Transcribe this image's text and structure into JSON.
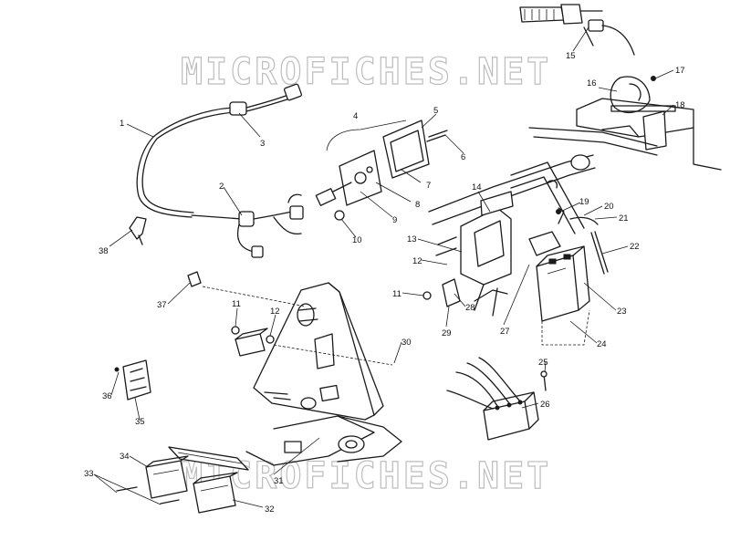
{
  "watermark": {
    "text": "MICROFICHES.NET"
  },
  "callouts": [
    {
      "id": "c1",
      "label": "1"
    },
    {
      "id": "c2",
      "label": "2"
    },
    {
      "id": "c3",
      "label": "3"
    },
    {
      "id": "c4",
      "label": "4"
    },
    {
      "id": "c5",
      "label": "5"
    },
    {
      "id": "c6",
      "label": "6"
    },
    {
      "id": "c7",
      "label": "7"
    },
    {
      "id": "c8",
      "label": "8"
    },
    {
      "id": "c9",
      "label": "9"
    },
    {
      "id": "c10",
      "label": "10"
    },
    {
      "id": "c11a",
      "label": "11"
    },
    {
      "id": "c11b",
      "label": "11"
    },
    {
      "id": "c12a",
      "label": "12"
    },
    {
      "id": "c12b",
      "label": "12"
    },
    {
      "id": "c13",
      "label": "13"
    },
    {
      "id": "c14",
      "label": "14"
    },
    {
      "id": "c15",
      "label": "15"
    },
    {
      "id": "c16",
      "label": "16"
    },
    {
      "id": "c17",
      "label": "17"
    },
    {
      "id": "c18",
      "label": "18"
    },
    {
      "id": "c19",
      "label": "19"
    },
    {
      "id": "c20",
      "label": "20"
    },
    {
      "id": "c21",
      "label": "21"
    },
    {
      "id": "c22",
      "label": "22"
    },
    {
      "id": "c23",
      "label": "23"
    },
    {
      "id": "c24",
      "label": "24"
    },
    {
      "id": "c25",
      "label": "25"
    },
    {
      "id": "c26",
      "label": "26"
    },
    {
      "id": "c27",
      "label": "27"
    },
    {
      "id": "c28",
      "label": "28"
    },
    {
      "id": "c29",
      "label": "29"
    },
    {
      "id": "c30",
      "label": "30"
    },
    {
      "id": "c31",
      "label": "31"
    },
    {
      "id": "c32",
      "label": "32"
    },
    {
      "id": "c33",
      "label": "33"
    },
    {
      "id": "c34",
      "label": "34"
    },
    {
      "id": "c35",
      "label": "35"
    },
    {
      "id": "c36",
      "label": "36"
    },
    {
      "id": "c37",
      "label": "37"
    },
    {
      "id": "c38",
      "label": "38"
    }
  ]
}
